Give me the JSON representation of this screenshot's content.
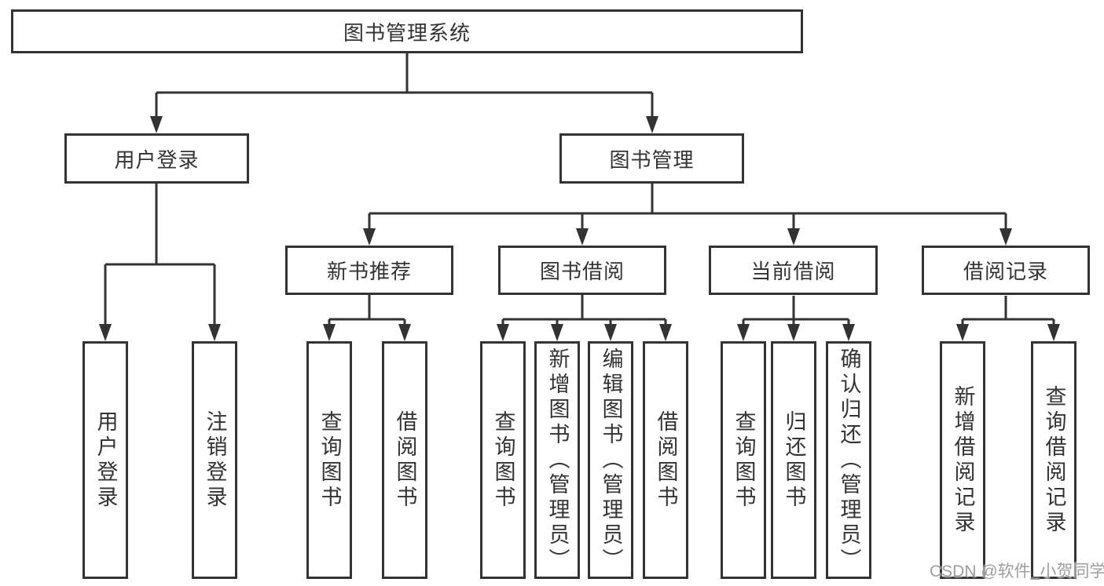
{
  "colors": {
    "line": "#333333",
    "box_border": "#333333",
    "text": "#333333",
    "watermark": "#9e9e9e",
    "background": "#ffffff"
  },
  "tree": {
    "root": {
      "label": "图书管理系统",
      "children": [
        {
          "label": "用户登录",
          "children": [
            {
              "label": "用户登录"
            },
            {
              "label": "注销登录"
            }
          ]
        },
        {
          "label": "图书管理",
          "children": [
            {
              "label": "新书推荐",
              "children": [
                {
                  "label": "查询图书"
                },
                {
                  "label": "借阅图书"
                }
              ]
            },
            {
              "label": "图书借阅",
              "children": [
                {
                  "label": "查询图书"
                },
                {
                  "label": "新增图书（管理员）"
                },
                {
                  "label": "编辑图书（管理员）"
                },
                {
                  "label": "借阅图书"
                }
              ]
            },
            {
              "label": "当前借阅",
              "children": [
                {
                  "label": "查询图书"
                },
                {
                  "label": "归还图书"
                },
                {
                  "label": "确认归还（管理员）"
                }
              ]
            },
            {
              "label": "借阅记录",
              "children": [
                {
                  "label": "新增借阅记录"
                },
                {
                  "label": "查询借阅记录"
                }
              ]
            }
          ]
        }
      ]
    }
  },
  "watermark": {
    "text": "CSDN @软件_小贺同学"
  }
}
